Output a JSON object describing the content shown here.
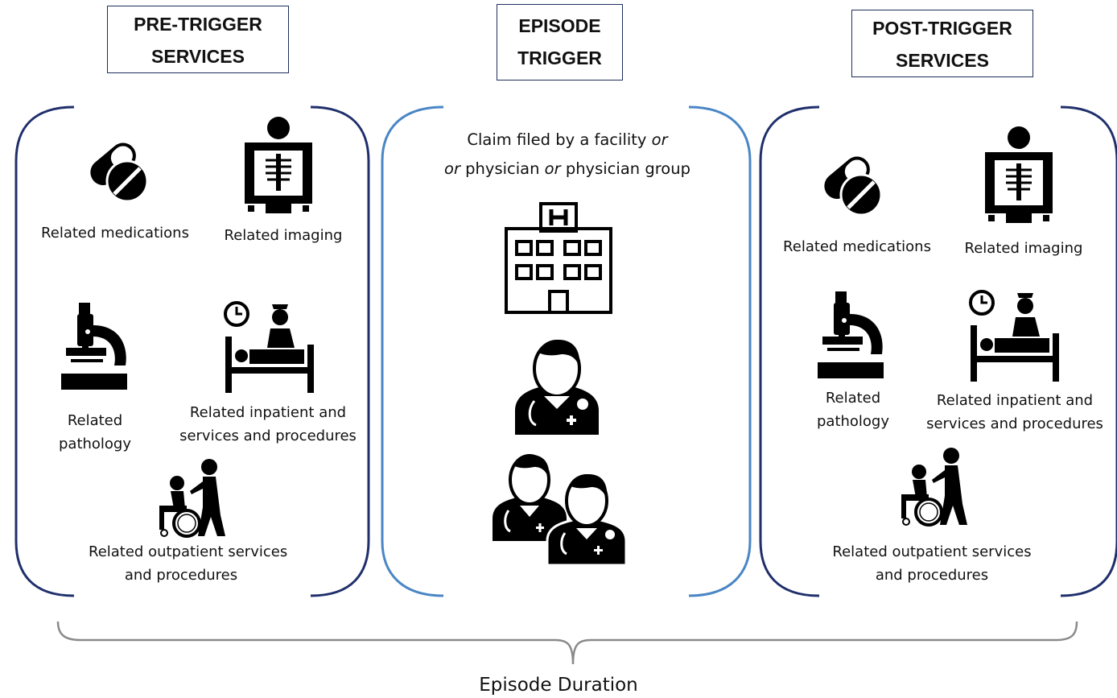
{
  "headers": {
    "pre": [
      "PRE-TRIGGER",
      "SERVICES"
    ],
    "trigger": [
      "EPISODE",
      "TRIGGER"
    ],
    "post": [
      "POST-TRIGGER",
      "SERVICES"
    ]
  },
  "pre": {
    "medications": "Related medications",
    "imaging": "Related imaging",
    "pathology": [
      "Related",
      "pathology"
    ],
    "inpatient": [
      "Related inpatient and",
      "services and procedures"
    ],
    "outpatient": [
      "Related outpatient services",
      "and procedures"
    ]
  },
  "trigger": {
    "claim_line1_a": "Claim filed by a facility ",
    "claim_line1_or": "or",
    "claim_line2_or1": "or",
    "claim_line2_b": " physician ",
    "claim_line2_or2": "or",
    "claim_line2_c": " physician group",
    "claim_line2_a": "physician "
  },
  "post": {
    "medications": "Related medications",
    "imaging": "Related imaging",
    "pathology": [
      "Related",
      "pathology"
    ],
    "inpatient": [
      "Related inpatient and",
      "services and procedures"
    ],
    "outpatient": [
      "Related outpatient services",
      "and procedures"
    ]
  },
  "footer": "Episode Duration",
  "colors": {
    "dark_bracket": "#1f2f6b",
    "light_bracket": "#4a86c5",
    "brace": "#8a8a8a",
    "icon": "#000000"
  }
}
